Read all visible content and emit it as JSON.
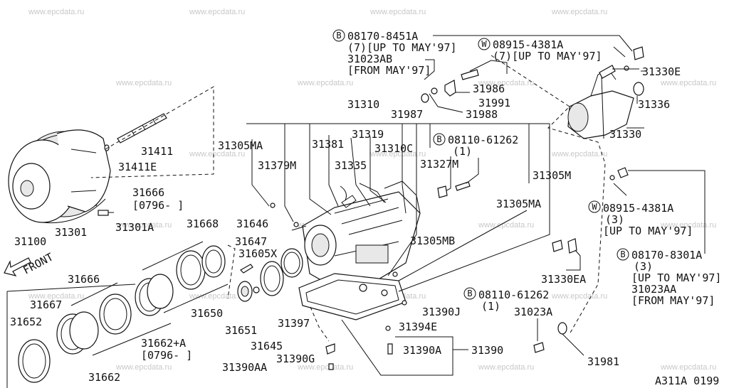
{
  "watermark": "www.epcdata.ru",
  "footer_code": "A311A 0199",
  "front_label": "FRONT",
  "parts": {
    "p31100": "31100",
    "p31301": "31301",
    "p31301A": "31301A",
    "p31411": "31411",
    "p31411E": "31411E",
    "p31666_top": "31666",
    "p31666_top_range": "[0796-     ]",
    "p31668": "31668",
    "p31647": "31647",
    "p31605X": "31605X",
    "p31646": "31646",
    "p31650": "31650",
    "p31651": "31651",
    "p31645": "31645",
    "p31666_low": "31666",
    "p31667": "31667",
    "p31652": "31652",
    "p31662": "31662",
    "p31662A": "31662+A",
    "p31662A_range": "[0796-     ]",
    "p31397": "31397",
    "p31390G": "31390G",
    "p31390AA": "31390AA",
    "p31390A": "31390A",
    "p31390": "31390",
    "p31394E": "31394E",
    "p31390J": "31390J",
    "p31310": "31310",
    "p31319": "31319",
    "p31310C": "31310C",
    "p31987": "31987",
    "p31988": "31988",
    "p31991": "31991",
    "p31986": "31986",
    "p31305MA_left": "31305MA",
    "p31379M": "31379M",
    "p31381": "31381",
    "p31335": "31335",
    "p31327M": "31327M",
    "p31305M": "31305M",
    "p31305MA_right": "31305MA",
    "p31305MB": "31305MB",
    "p31330E": "31330E",
    "p31336": "31336",
    "p31330": "31330",
    "p31330EA": "31330EA",
    "p31023A": "31023A",
    "p31981": "31981"
  },
  "notes": {
    "b1_code": "08170-8451A",
    "b1_qty": "(7)[UP TO MAY'97]",
    "b1_alt": "31023AB",
    "b1_from": "[FROM MAY'97]",
    "w1_code": "08915-4381A",
    "w1_qty": "(7)[UP TO MAY'97]",
    "b2_code": "08110-61262",
    "b2_qty": "(1)",
    "w2_code": "08915-4381A",
    "w2_qty": "(3)",
    "w2_note": "[UP TO MAY'97]",
    "b3_code": "08170-8301A",
    "b3_qty": "(3)",
    "b3_note": "[UP TO MAY'97]",
    "b3_alt": "31023AA",
    "b3_from": "[FROM MAY'97]",
    "b4_code": "08110-61262",
    "b4_qty": "(1)"
  },
  "circle_letters": {
    "bolt": "B",
    "washer": "W"
  }
}
